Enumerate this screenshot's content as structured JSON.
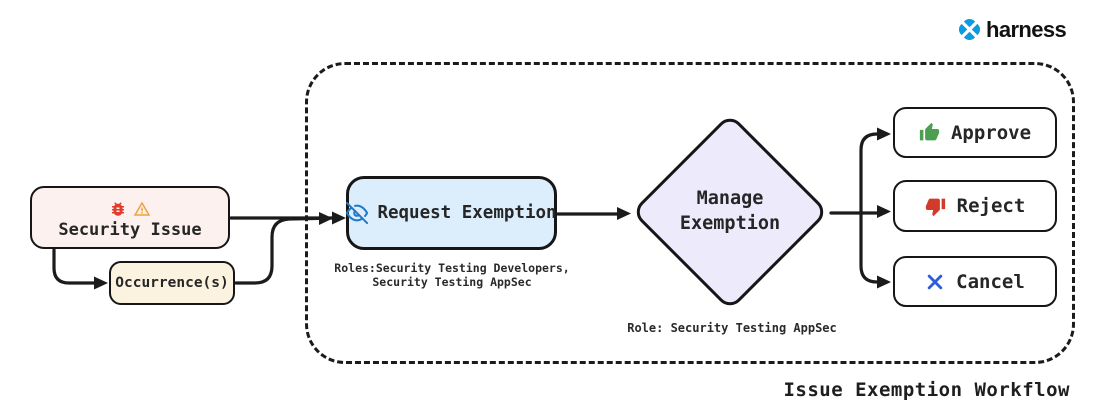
{
  "brand": {
    "name": "harness"
  },
  "workflow": {
    "title": "Issue Exemption Workflow",
    "security_issue": {
      "label": "Security Issue"
    },
    "occurrences": {
      "label": "Occurrence(s)"
    },
    "request_exemption": {
      "label": "Request Exemption",
      "roles_line1": "Roles:Security Testing Developers,",
      "roles_line2": "Security Testing AppSec"
    },
    "manage_exemption": {
      "label_line1": "Manage",
      "label_line2": "Exemption",
      "role_caption": "Role: Security Testing AppSec"
    },
    "actions": {
      "approve": "Approve",
      "reject": "Reject",
      "cancel": "Cancel"
    }
  },
  "colors": {
    "brand_blue": "#0a9be0",
    "security_issue_bg": "#fdf1f0",
    "occurrences_bg": "#fbf3e0",
    "request_exemption_bg": "#dcedfc",
    "manage_exemption_bg": "#eceafb",
    "bug_icon": "#e23c2b",
    "warning_icon": "#f0a13c",
    "eye_off_icon": "#2079c8",
    "approve_icon": "#4c9e50",
    "reject_icon": "#d03b2a",
    "cancel_icon": "#2b5ce0",
    "line": "#1b1b1b"
  }
}
